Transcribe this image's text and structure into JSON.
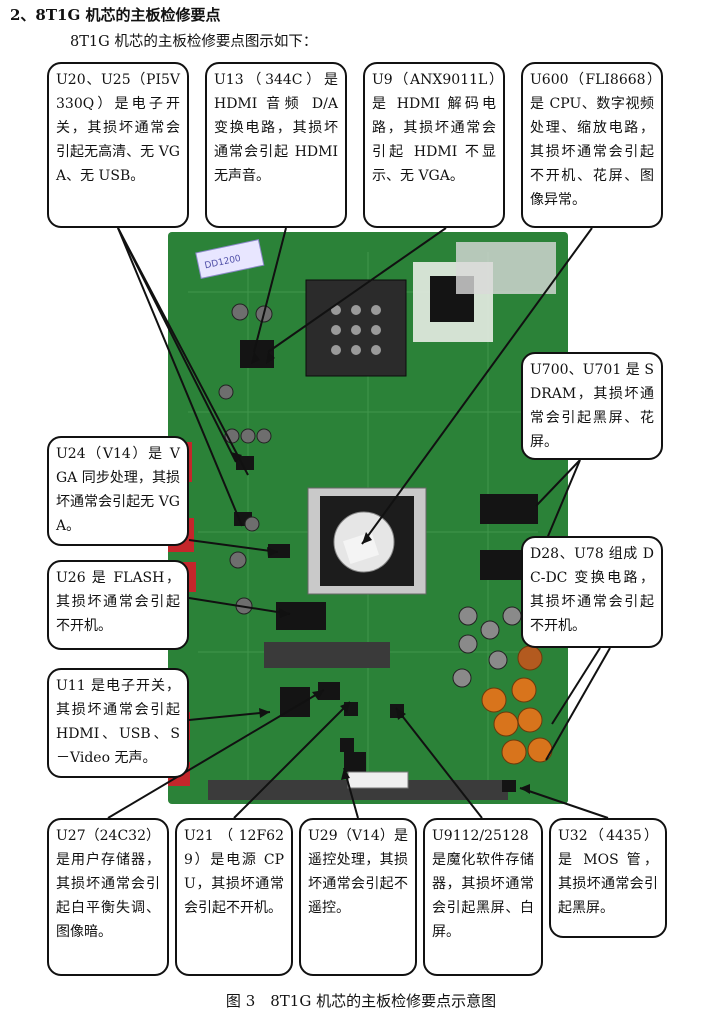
{
  "heading": "2、8T1G 机芯的主板检修要点",
  "intro": "8T1G 机芯的主板检修要点图示如下：",
  "caption": "图 3　8T1G 机芯的主板检修要点示意图",
  "board_labels": {
    "sticker": "DD1200"
  },
  "callouts": {
    "u20": "U20、U25（PI5V330Q）是电子开关，其损坏通常会引起无高清、无 VGA、无 USB。",
    "u13": "U13（344C）是 HDMI 音频 D/A 变换电路，其损坏通常会引起 HDMI 无声音。",
    "u9": "U9（ANX9011L）是 HDMI 解码电路，其损坏通常会引起 HDMI 不显示、无 VGA。",
    "u600": "U600（FLI8668）是 CPU、数字视频处理、缩放电路，其损坏通常会引起不开机、花屏、图像异常。",
    "u700": "U700、U701 是 SDRAM，其损坏通常会引起黑屏、花屏。",
    "u24": "U24（V14）是 VGA 同步处理，其损坏通常会引起无 VGA。",
    "u26": "U26 是 FLASH，其损坏通常会引起不开机。",
    "u11": "U11 是电子开关，其损坏通常会引起 HDMI、USB、S－Video 无声。",
    "d28": "D28、U78 组成 DC-DC 变换电路，其损坏通常会引起不开机。",
    "u27": "U27（24C32）是用户存储器，其损坏通常会引起白平衡失调、图像暗。",
    "u21": "U21（12F629）是电源 CPU，其损坏通常会引起不开机。",
    "u29": "U29（V14）是遥控处理，其损坏通常会引起不遥控。",
    "u9112": "U9112/25128 是魔化软件存储器，其损坏通常会引起黑屏、白屏。",
    "u32": "U32（4435）是 MOS 管，其损坏通常会引起黑屏。"
  },
  "colors": {
    "pcb": "#2f8a3c",
    "pcb_dark": "#1f6a2b",
    "chip": "#141414",
    "connector_red": "#c4262b",
    "capacitor_orange": "#d8741c",
    "heatsink": "#c9c9c9"
  }
}
